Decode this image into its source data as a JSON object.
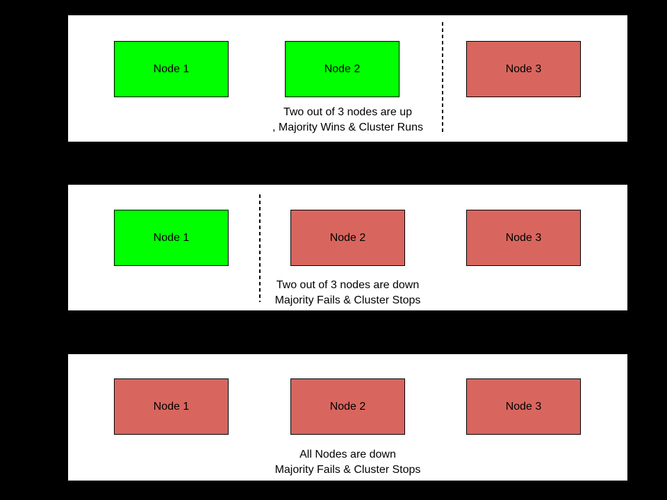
{
  "colors": {
    "canvas_bg": "#000000",
    "panel_bg": "#ffffff",
    "line": "#000000",
    "node_up": "#00ff00",
    "node_down": "#d8665e"
  },
  "panels": [
    {
      "id": "two-nodes-up",
      "nodes": [
        {
          "label": "Node 1",
          "status": "up"
        },
        {
          "label": "Node 2",
          "status": "up"
        },
        {
          "label": "Node 3",
          "status": "down"
        }
      ],
      "caption1": "Two out of 3 nodes are up",
      "caption2": ", Majority Wins & Cluster Runs",
      "divider": "between Node 2 and Node 3"
    },
    {
      "id": "two-nodes-down",
      "nodes": [
        {
          "label": "Node 1",
          "status": "up"
        },
        {
          "label": "Node 2",
          "status": "down"
        },
        {
          "label": "Node 3",
          "status": "down"
        }
      ],
      "caption1": "Two out of 3 nodes are down",
      "caption2": "Majority Fails & Cluster Stops",
      "divider": "between Node 1 and Node 2"
    },
    {
      "id": "all-nodes-down",
      "nodes": [
        {
          "label": "Node 1",
          "status": "down"
        },
        {
          "label": "Node 2",
          "status": "down"
        },
        {
          "label": "Node 3",
          "status": "down"
        }
      ],
      "caption1": "All Nodes are down",
      "caption2": "Majority Fails & Cluster Stops",
      "divider": "none"
    }
  ]
}
